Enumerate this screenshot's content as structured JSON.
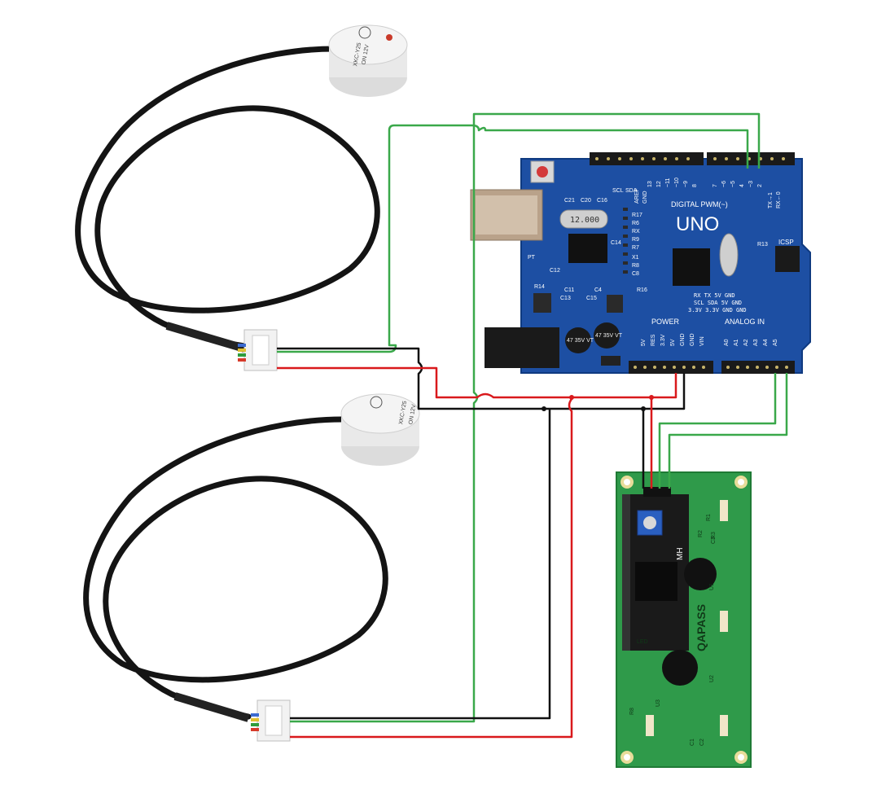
{
  "sensors": [
    {
      "label_a": "XKC-Y25",
      "label_b": "ON 12V"
    },
    {
      "label_a": "XKC-Y25",
      "label_b": "ON 12V"
    }
  ],
  "arduino": {
    "model": "UNO",
    "digital_header": "DIGITAL PWM(~)",
    "power_header": "POWER",
    "analog_header": "ANALOG IN",
    "crystal": "12.000",
    "icsp": "ICSP",
    "txrx": "TX→1",
    "rxin": "RX←0",
    "digital_pins": [
      "13",
      "12",
      "~11",
      "~10",
      "~9",
      "8",
      "7",
      "~6",
      "~5",
      "4",
      "~3",
      "2",
      "1",
      "0"
    ],
    "power_pins": [
      "5V",
      "RES",
      "3.3V",
      "5V",
      "GND",
      "GND",
      "VIN"
    ],
    "analog_pins": [
      "A0",
      "A1",
      "A2",
      "A3",
      "A4",
      "A5"
    ],
    "cap_label": "47 35V VT",
    "side_labels": [
      "SCL",
      "SDA",
      "AREF",
      "GND"
    ],
    "ic_labels": [
      "RX  TX  5V  GND",
      "SCL SDA 5V  GND",
      "3.3V 3.3V GND GND"
    ],
    "components": [
      "C21",
      "C20",
      "C16",
      "R17",
      "R6",
      "RX",
      "R9",
      "R7",
      "X1",
      "R8",
      "C8",
      "C14",
      "C12",
      "R14",
      "C11",
      "C4",
      "C13",
      "C15",
      "R16",
      "R13",
      "PT"
    ]
  },
  "lcd": {
    "brand": "QAPASS",
    "module": "MH",
    "labels": [
      "U1",
      "U2",
      "U3",
      "R1",
      "R2",
      "R3",
      "R8",
      "C1",
      "C2",
      "C3",
      "LED"
    ]
  },
  "colors": {
    "wire_green": "#3aa84a",
    "wire_black": "#111111",
    "wire_red": "#d9191c",
    "board_blue": "#1d4fa3",
    "lcd_green": "#2f9a4a"
  }
}
